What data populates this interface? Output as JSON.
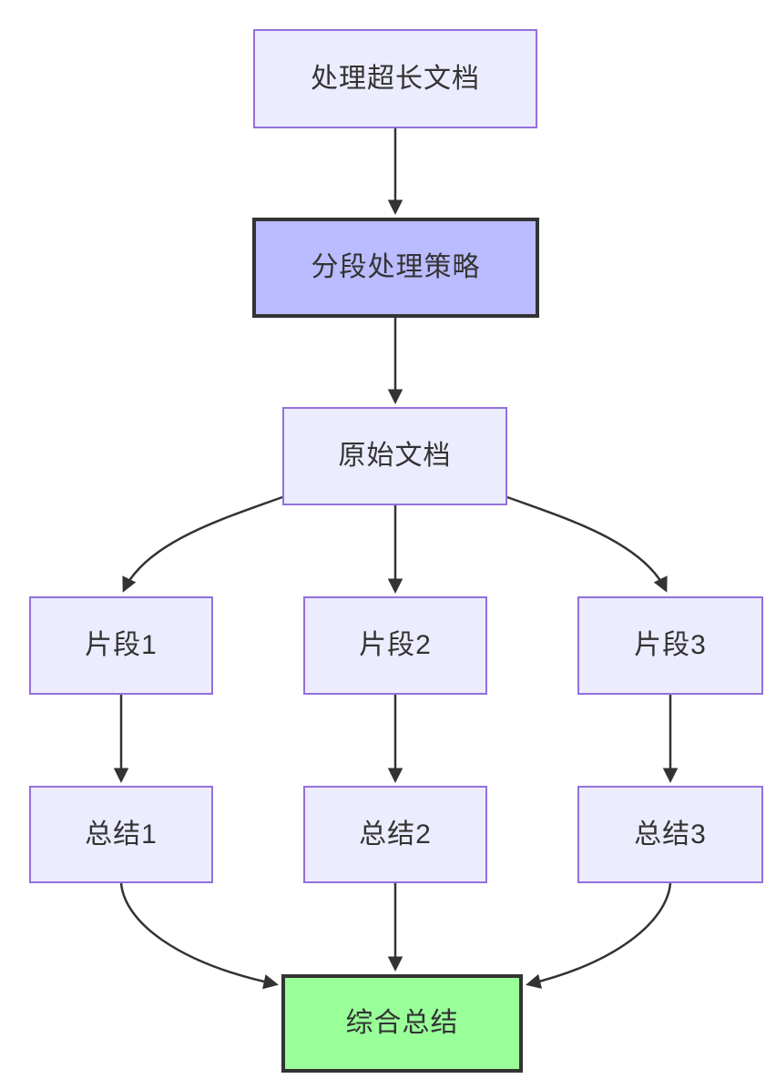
{
  "diagram": {
    "type": "flowchart",
    "direction": "top-down",
    "nodes": {
      "start": {
        "label": "处理超长文档",
        "style": "default"
      },
      "strategy": {
        "label": "分段处理策略",
        "style": "emphasis"
      },
      "doc": {
        "label": "原始文档",
        "style": "default"
      },
      "frag1": {
        "label": "片段1",
        "style": "default"
      },
      "frag2": {
        "label": "片段2",
        "style": "default"
      },
      "frag3": {
        "label": "片段3",
        "style": "default"
      },
      "sum1": {
        "label": "总结1",
        "style": "default"
      },
      "sum2": {
        "label": "总结2",
        "style": "default"
      },
      "sum3": {
        "label": "总结3",
        "style": "default"
      },
      "final": {
        "label": "综合总结",
        "style": "final"
      }
    },
    "edges": [
      {
        "from": "start",
        "to": "strategy"
      },
      {
        "from": "strategy",
        "to": "doc"
      },
      {
        "from": "doc",
        "to": "frag1"
      },
      {
        "from": "doc",
        "to": "frag2"
      },
      {
        "from": "doc",
        "to": "frag3"
      },
      {
        "from": "frag1",
        "to": "sum1"
      },
      {
        "from": "frag2",
        "to": "sum2"
      },
      {
        "from": "frag3",
        "to": "sum3"
      },
      {
        "from": "sum1",
        "to": "final"
      },
      {
        "from": "sum2",
        "to": "final"
      },
      {
        "from": "sum3",
        "to": "final"
      }
    ],
    "colors": {
      "node_fill": "#ECECFF",
      "node_border": "#9370DB",
      "emphasis_fill": "#BBBBFF",
      "emphasis_border": "#333333",
      "final_fill": "#99FF99",
      "final_border": "#333333",
      "edge_color": "#333333",
      "text_color": "#333333"
    }
  }
}
